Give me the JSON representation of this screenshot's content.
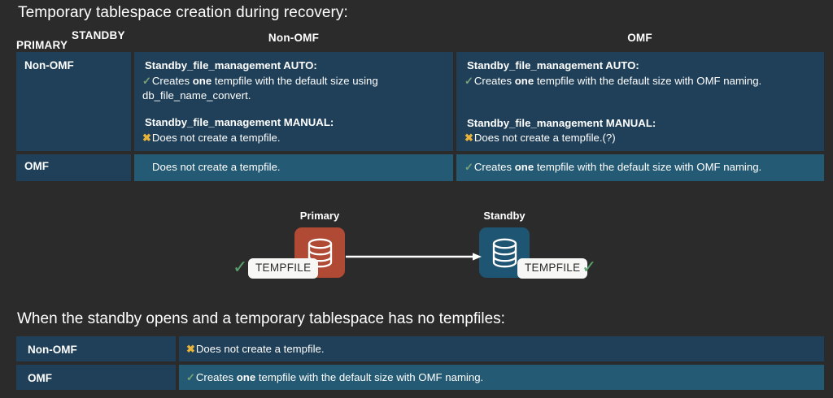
{
  "section1": {
    "title": "Temporary tablespace creation during recovery:",
    "axis_headers": {
      "row_axis": "PRIMARY",
      "col_axis": "STANDBY"
    },
    "columns": [
      "Non-OMF",
      "OMF"
    ],
    "rows": [
      {
        "label": "Non-OMF",
        "cells": [
          {
            "blocks": [
              {
                "heading": "Standby_file_management AUTO:",
                "mark": "check",
                "text_before_bold": "Creates ",
                "bold": "one",
                "text_after_bold": " tempfile with the default size using db_file_name_convert."
              },
              {
                "heading": "Standby_file_management MANUAL:",
                "mark": "cross",
                "text_before_bold": "Does not create a tempfile.",
                "bold": "",
                "text_after_bold": ""
              }
            ]
          },
          {
            "blocks": [
              {
                "heading": "Standby_file_management AUTO:",
                "mark": "check",
                "text_before_bold": "Creates ",
                "bold": "one",
                "text_after_bold": " tempfile with the default size with OMF naming."
              },
              {
                "heading": "Standby_file_management MANUAL:",
                "mark": "cross",
                "text_before_bold": "Does not create a tempfile.(?)",
                "bold": "",
                "text_after_bold": ""
              }
            ]
          }
        ]
      },
      {
        "label": "OMF",
        "cells": [
          {
            "mark": "none",
            "text_before_bold": "Does not create a tempfile.",
            "bold": "",
            "text_after_bold": ""
          },
          {
            "mark": "check",
            "text_before_bold": "Creates ",
            "bold": "one",
            "text_after_bold": " tempfile with the default size with OMF naming."
          }
        ]
      }
    ]
  },
  "diagram": {
    "primary_label": "Primary",
    "standby_label": "Standby",
    "primary_chip": "TEMPFILE",
    "standby_chip": "TEMPFILE",
    "left_mark": "✓",
    "right_mark": "✓"
  },
  "section2": {
    "title": "When the standby opens and a temporary tablespace has no tempfiles:",
    "rows": [
      {
        "label": "Non-OMF",
        "mark": "cross",
        "text_before_bold": "Does not create a tempfile.",
        "bold": "",
        "text_after_bold": ""
      },
      {
        "label": "OMF",
        "mark": "check",
        "text_before_bold": "Creates ",
        "bold": "one",
        "text_after_bold": " tempfile with the default size with OMF naming."
      }
    ]
  },
  "marks": {
    "check": "✓",
    "cross": "✖"
  },
  "colors": {
    "background": "#2b2b2b",
    "cell_dark": "#1f4058",
    "cell_light": "#245a73",
    "primary_box": "#b04a35",
    "standby_box": "#1d5573",
    "check_green": "#7aa378",
    "cross_yellow": "#e8b33a",
    "chip_bg": "#f7f7f5"
  }
}
